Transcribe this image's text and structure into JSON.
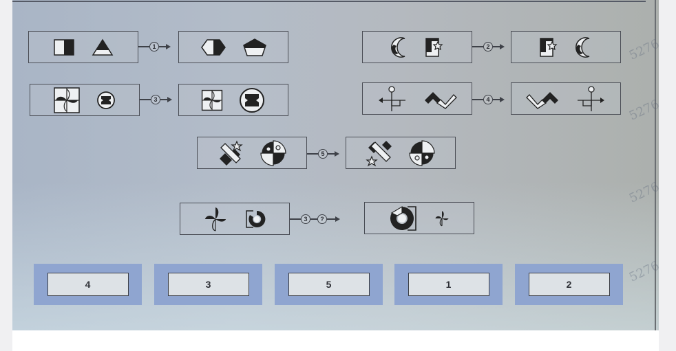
{
  "puzzle": {
    "rules": [
      {
        "id": "rule-1",
        "operator": "1",
        "input": [
          "half-filled-square",
          "half-filled-triangle"
        ],
        "output": [
          "half-filled-hexagon",
          "half-filled-pentagon"
        ]
      },
      {
        "id": "rule-2",
        "operator": "2",
        "input": [
          "crescent-moon",
          "card-with-star"
        ],
        "output": [
          "card-with-star",
          "crescent-moon"
        ]
      },
      {
        "id": "rule-3",
        "operator": "3",
        "input": [
          "pinwheel-in-square",
          "circle-with-notched-disc"
        ],
        "output": [
          "small-pinwheel-in-square",
          "large-circle-with-notched-disc"
        ]
      },
      {
        "id": "rule-4",
        "operator": "4",
        "input": [
          "flag-pole-arrow-left",
          "zigzag-chevrons"
        ],
        "output": [
          "zigzag-chevrons-mirrored",
          "flag-pole-arrow-right"
        ]
      },
      {
        "id": "rule-5",
        "operator": "5",
        "input": [
          "crossed-bars-with-star",
          "quartered-circle-with-dot"
        ],
        "output": [
          "crossed-bars-star-flipped",
          "quartered-circle-flipped"
        ]
      }
    ],
    "question": {
      "operators": [
        "3",
        "?"
      ],
      "input": [
        "pinwheel",
        "donut-in-bracket"
      ],
      "output": [
        "large-donut-in-bracket",
        "small-pinwheel"
      ]
    }
  },
  "answers": [
    {
      "label": "4"
    },
    {
      "label": "3"
    },
    {
      "label": "5"
    },
    {
      "label": "1"
    },
    {
      "label": "2"
    }
  ],
  "watermark": "5276",
  "colors": {
    "answer_frame": "#8fa5d0",
    "answer_button": "#dde2e6",
    "ink": "#2e3036"
  }
}
